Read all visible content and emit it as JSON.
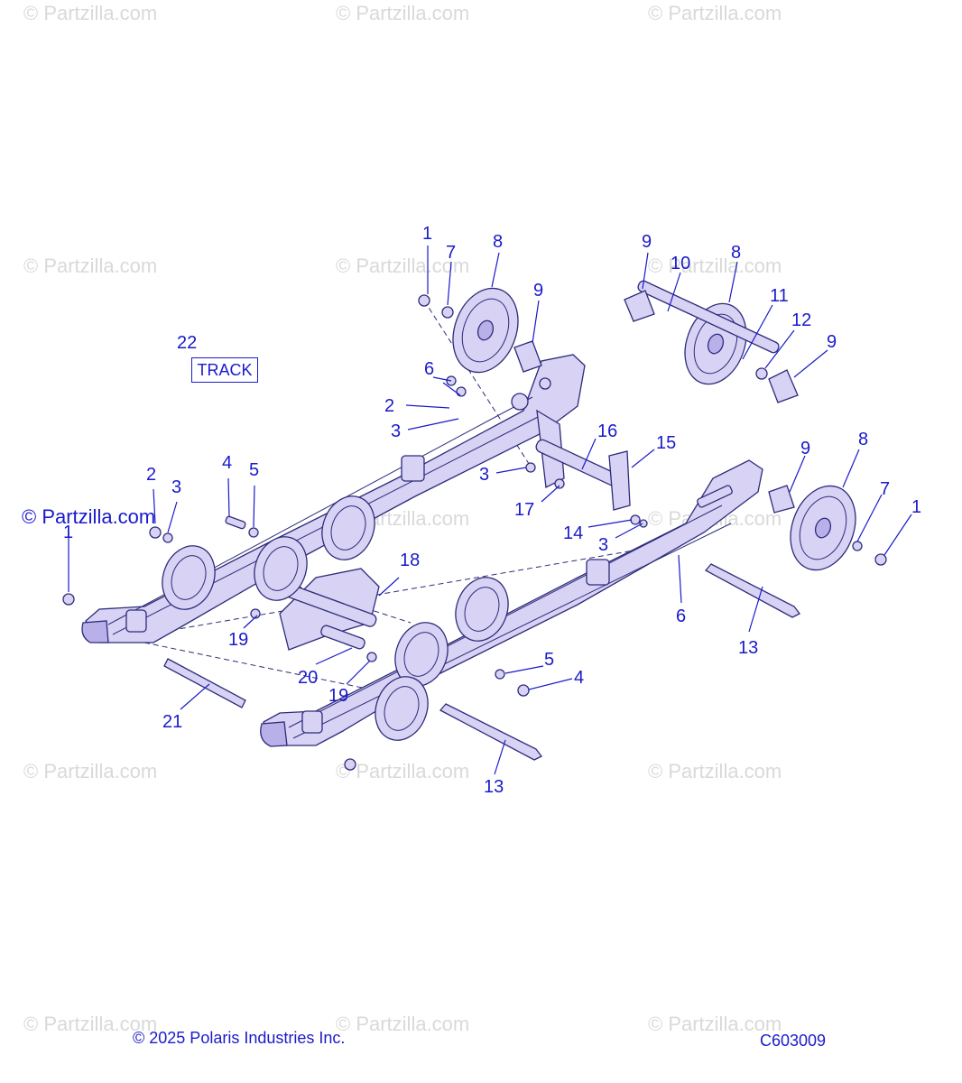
{
  "watermark": "© Partzilla.com",
  "main_watermark": "© Partzilla.com",
  "copyright": "© 2025 Polaris Industries Inc.",
  "diagram_code": "C603009",
  "track_label": "TRACK",
  "callouts": {
    "c1a": "1",
    "c7a": "7",
    "c8a": "8",
    "c9a": "9",
    "c9b": "9",
    "c10": "10",
    "c8b": "8",
    "c11": "11",
    "c12": "12",
    "c9c": "9",
    "c22": "22",
    "c6a": "6",
    "c2a": "2",
    "c3a": "3",
    "c16": "16",
    "c15": "15",
    "c3b": "3",
    "c17": "17",
    "c9d": "9",
    "c8c": "8",
    "c7b": "7",
    "c1b": "1",
    "c14": "14",
    "c3c": "3",
    "c2b": "2",
    "c3d": "3",
    "c4a": "4",
    "c5a": "5",
    "c1c": "1",
    "c18": "18",
    "c6b": "6",
    "c19a": "19",
    "c13a": "13",
    "c20": "20",
    "c19b": "19",
    "c5b": "5",
    "c4b": "4",
    "c21": "21",
    "c13b": "13"
  },
  "colors": {
    "callout": "#1a1acc",
    "part_fill": "#d8d2f4",
    "watermark": "#d9d9d9"
  }
}
